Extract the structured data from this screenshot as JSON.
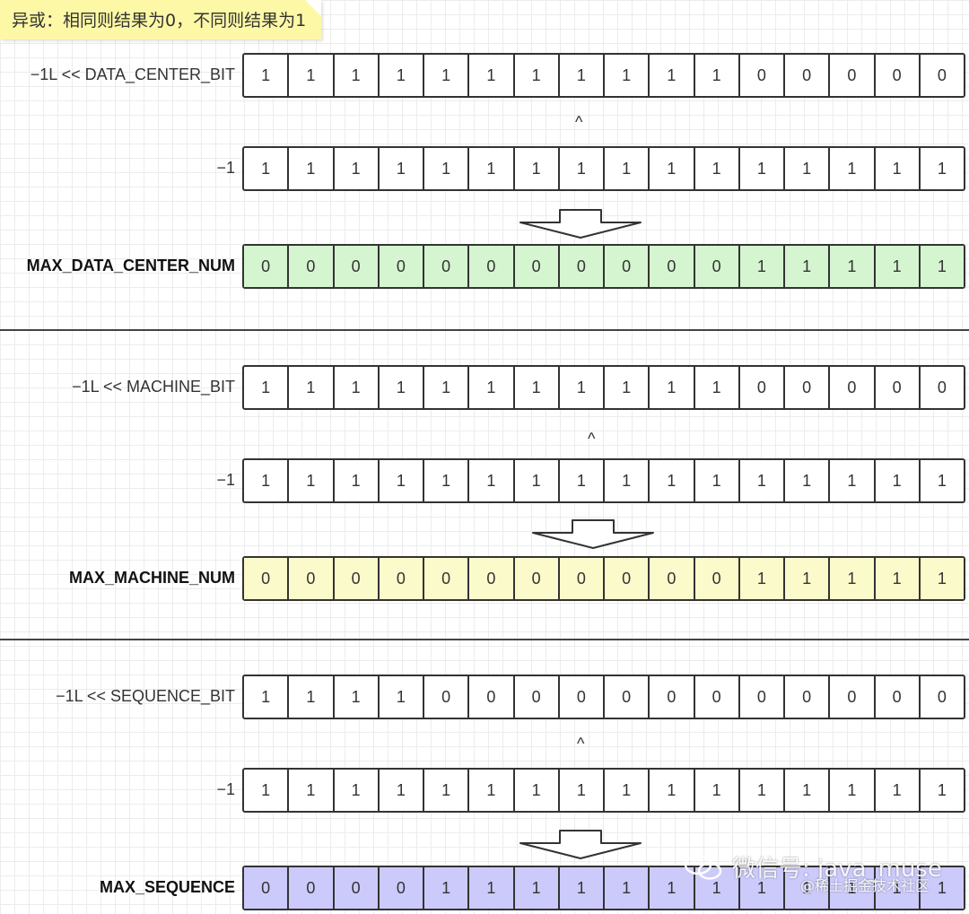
{
  "note": "异或：相同则结果为0，不同则结果为1",
  "sections": [
    {
      "rows": [
        {
          "label": "−1L << DATA_CENTER_BIT",
          "bits": [
            "1",
            "1",
            "1",
            "1",
            "1",
            "1",
            "1",
            "1",
            "1",
            "1",
            "1",
            "0",
            "0",
            "0",
            "0",
            "0"
          ],
          "style": "plain"
        },
        {
          "label": "−1",
          "bits": [
            "1",
            "1",
            "1",
            "1",
            "1",
            "1",
            "1",
            "1",
            "1",
            "1",
            "1",
            "1",
            "1",
            "1",
            "1",
            "1"
          ],
          "style": "plain"
        },
        {
          "label": "MAX_DATA_CENTER_NUM",
          "bits": [
            "0",
            "0",
            "0",
            "0",
            "0",
            "0",
            "0",
            "0",
            "0",
            "0",
            "0",
            "1",
            "1",
            "1",
            "1",
            "1"
          ],
          "style": "green"
        }
      ],
      "operator": "^"
    },
    {
      "rows": [
        {
          "label": "−1L << MACHINE_BIT",
          "bits": [
            "1",
            "1",
            "1",
            "1",
            "1",
            "1",
            "1",
            "1",
            "1",
            "1",
            "1",
            "0",
            "0",
            "0",
            "0",
            "0"
          ],
          "style": "plain"
        },
        {
          "label": "−1",
          "bits": [
            "1",
            "1",
            "1",
            "1",
            "1",
            "1",
            "1",
            "1",
            "1",
            "1",
            "1",
            "1",
            "1",
            "1",
            "1",
            "1"
          ],
          "style": "plain"
        },
        {
          "label": "MAX_MACHINE_NUM",
          "bits": [
            "0",
            "0",
            "0",
            "0",
            "0",
            "0",
            "0",
            "0",
            "0",
            "0",
            "0",
            "1",
            "1",
            "1",
            "1",
            "1"
          ],
          "style": "yellow"
        }
      ],
      "operator": "^"
    },
    {
      "rows": [
        {
          "label": "−1L << SEQUENCE_BIT",
          "bits": [
            "1",
            "1",
            "1",
            "1",
            "0",
            "0",
            "0",
            "0",
            "0",
            "0",
            "0",
            "0",
            "0",
            "0",
            "0",
            "0"
          ],
          "style": "plain"
        },
        {
          "label": "−1",
          "bits": [
            "1",
            "1",
            "1",
            "1",
            "1",
            "1",
            "1",
            "1",
            "1",
            "1",
            "1",
            "1",
            "1",
            "1",
            "1",
            "1"
          ],
          "style": "plain"
        },
        {
          "label": "MAX_SEQUENCE",
          "bits": [
            "0",
            "0",
            "0",
            "0",
            "1",
            "1",
            "1",
            "1",
            "1",
            "1",
            "1",
            "1",
            "1",
            "1",
            "1",
            "1"
          ],
          "style": "purple"
        }
      ],
      "operator": "^"
    }
  ],
  "watermark": {
    "main": "微信号: java_muse",
    "sub": "@稀土掘金技术社区",
    "icon": "wechat-icon"
  }
}
